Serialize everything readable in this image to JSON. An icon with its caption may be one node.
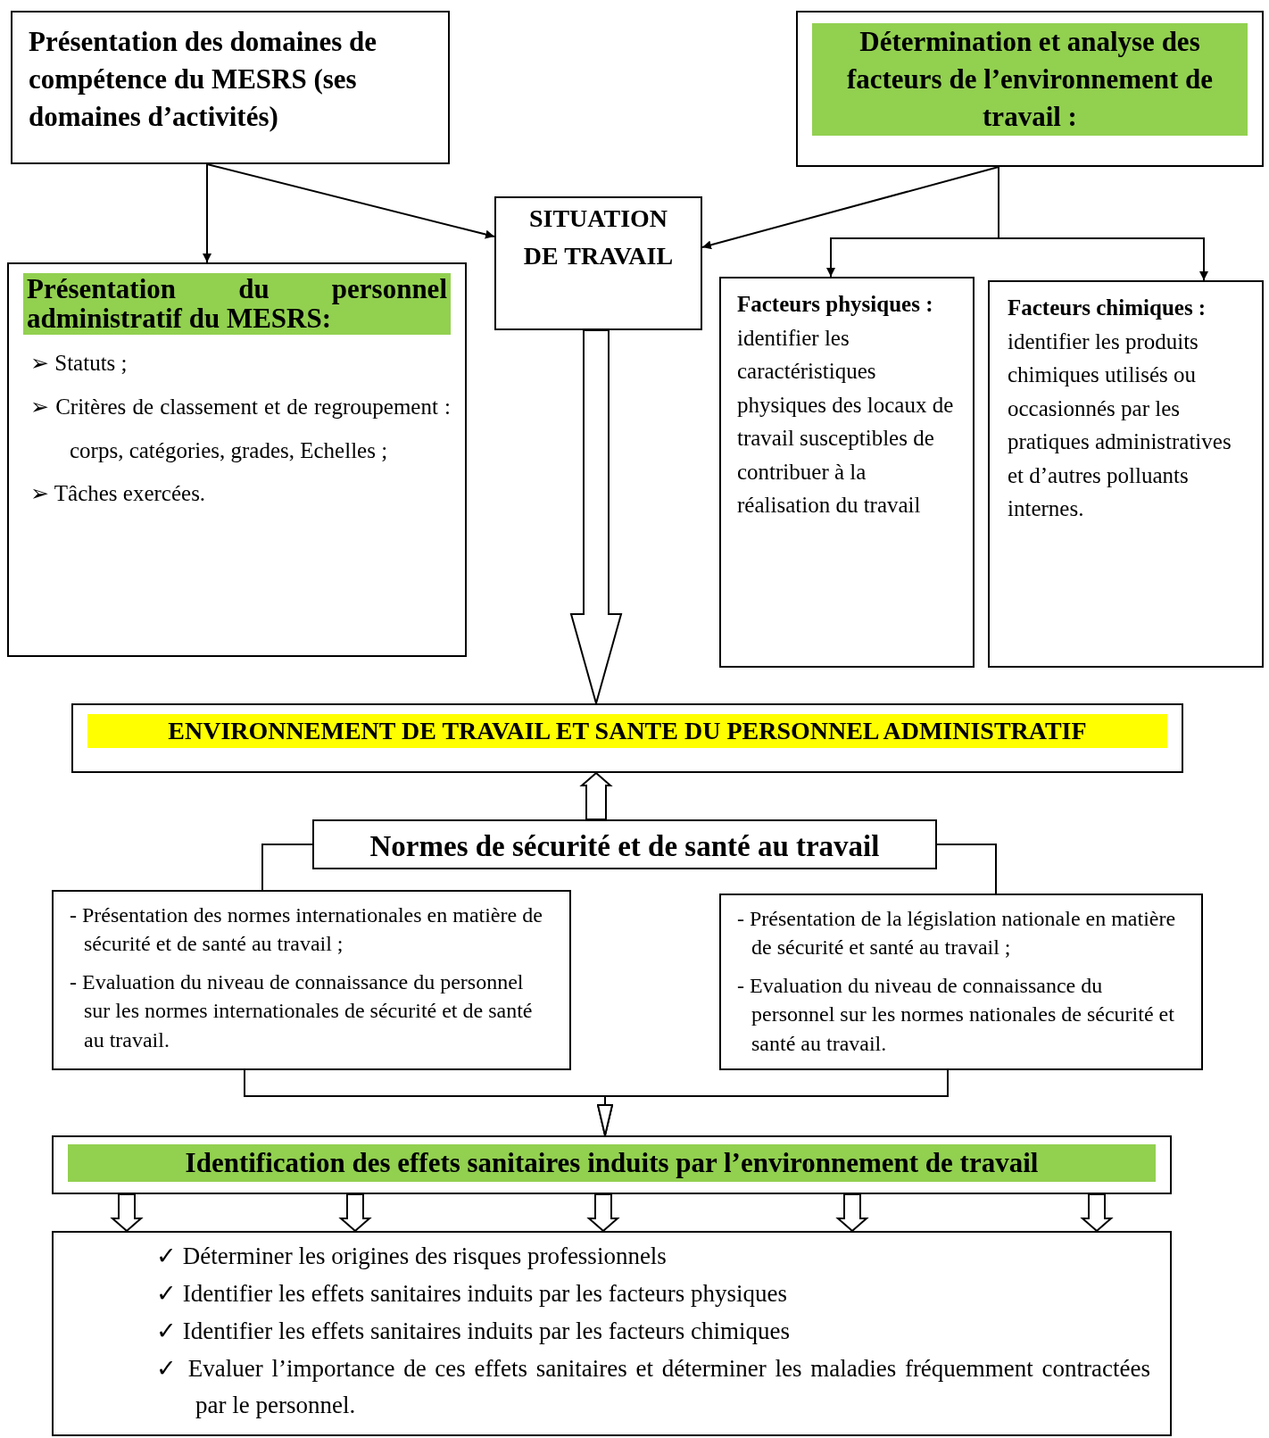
{
  "diagram": {
    "nodes": [
      {
        "text": [
          "Présentation des domaines de compétence du MESRS (ses domaines d’activités)"
        ]
      },
      {
        "text": [
          "Détermination et analyse des facteurs de l’environnement de travail :"
        ]
      },
      {
        "text": [
          "Présentation du personnel administratif du MESRS:",
          "➢ Statuts ;",
          "➢ Critères de classement et de regroupement : corps, catégories, grades, Echelles ;",
          "➢ Tâches exercées."
        ]
      },
      {
        "text": [
          "SITUATION DE TRAVAIL"
        ]
      },
      {
        "text": [
          "Facteurs physiques :",
          "identifier les caractéristiques physiques des locaux de travail susceptibles de contribuer à la réalisation du travail"
        ]
      },
      {
        "text": [
          "Facteurs chimiques :",
          "identifier les produits chimiques utilisés ou occasionnés par les pratiques administratives et d’autres polluants internes."
        ]
      },
      {
        "text": [
          "ENVIRONNEMENT DE TRAVAIL ET SANTE DU PERSONNEL ADMINISTRATIF"
        ]
      },
      {
        "text": [
          "Normes de sécurité et de santé au travail"
        ]
      },
      {
        "text": [
          "- Présentation des normes internationales en matière de sécurité et de santé au travail ;",
          "- Evaluation du niveau de connaissance du personnel sur les normes internationales de sécurité et de santé au travail."
        ]
      },
      {
        "text": [
          "- Présentation de la législation nationale en matière de sécurité et santé au travail ;",
          "- Evaluation du niveau de connaissance du personnel sur les normes nationales de sécurité et santé au travail."
        ]
      },
      {
        "text": [
          "Identification des effets sanitaires induits par l’environnement de travail"
        ]
      },
      {
        "text": [
          "✓ Déterminer les origines des risques professionnels",
          "✓ Identifier les effets sanitaires induits par les facteurs physiques",
          "✓ Identifier les effets sanitaires induits par les facteurs chimiques",
          "✓ Evaluer l’importance de ces effets sanitaires et déterminer les maladies fréquemment contractées par le personnel."
        ]
      }
    ],
    "edges": [
      {
        "from": 0,
        "to": 2,
        "arrow": "to"
      },
      {
        "from": 0,
        "to": 3,
        "arrow": "to"
      },
      {
        "from": 1,
        "to": 3,
        "arrow": "to"
      },
      {
        "from": 1,
        "to": 4,
        "arrow": "to"
      },
      {
        "from": 1,
        "to": 5,
        "arrow": "to"
      },
      {
        "from": 3,
        "to": 6,
        "arrow": "to",
        "style": "thick"
      },
      {
        "from": 7,
        "to": 6,
        "arrow": "to",
        "style": "thick"
      },
      {
        "from": 7,
        "to": 8,
        "arrow": "none"
      },
      {
        "from": 7,
        "to": 9,
        "arrow": "none"
      },
      {
        "from": 8,
        "to": 10,
        "arrow": "to"
      },
      {
        "from": 9,
        "to": 10,
        "arrow": "to"
      },
      {
        "from": 10,
        "to": 11,
        "arrow": "to",
        "style": "thick"
      },
      {
        "from": 10,
        "to": 11,
        "arrow": "to",
        "style": "thick"
      },
      {
        "from": 10,
        "to": 11,
        "arrow": "to",
        "style": "thick"
      },
      {
        "from": 10,
        "to": 11,
        "arrow": "to",
        "style": "thick"
      },
      {
        "from": 10,
        "to": 11,
        "arrow": "to",
        "style": "thick"
      }
    ]
  }
}
